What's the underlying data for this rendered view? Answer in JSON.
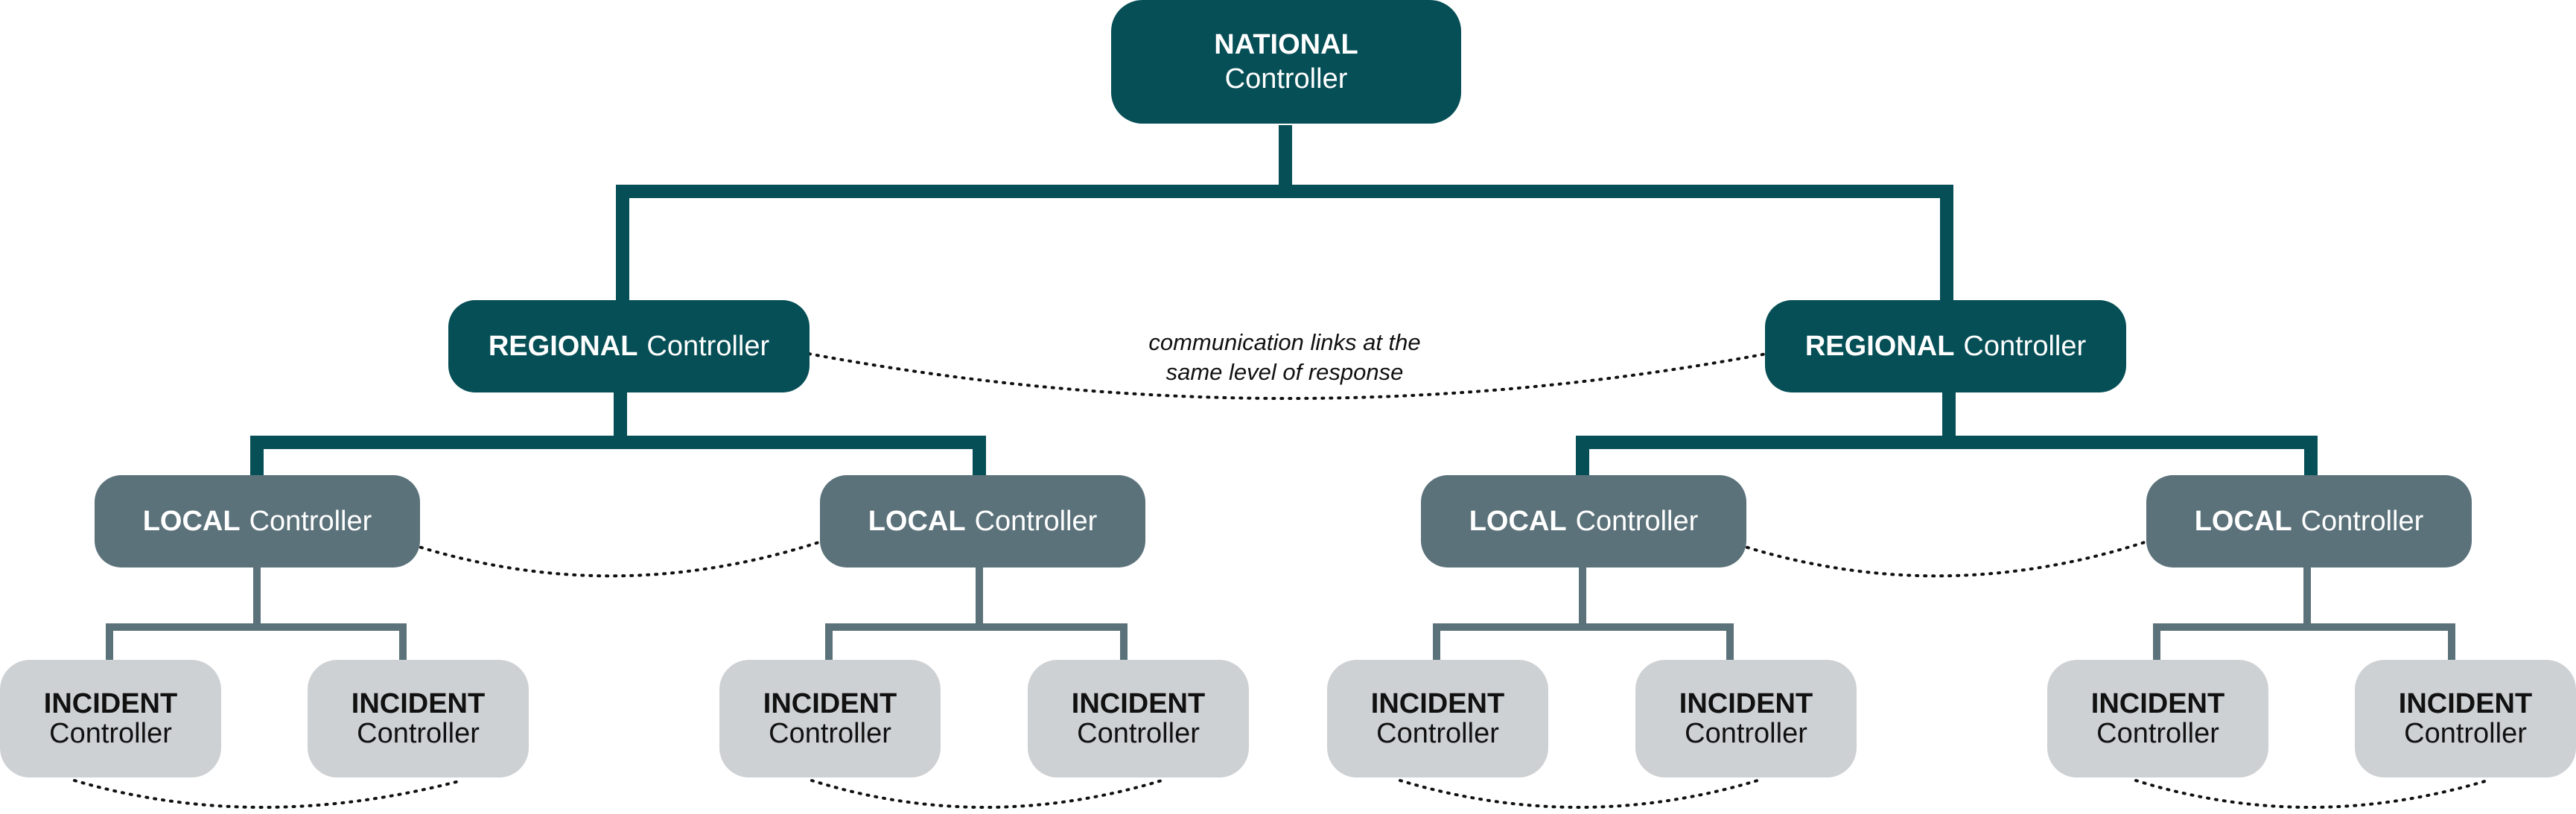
{
  "nodes": {
    "national": {
      "level": "NATIONAL",
      "role": "Controller"
    },
    "regional_left": {
      "level": "REGIONAL",
      "role": "Controller"
    },
    "regional_right": {
      "level": "REGIONAL",
      "role": "Controller"
    },
    "local_1": {
      "level": "LOCAL",
      "role": "Controller"
    },
    "local_2": {
      "level": "LOCAL",
      "role": "Controller"
    },
    "local_3": {
      "level": "LOCAL",
      "role": "Controller"
    },
    "local_4": {
      "level": "LOCAL",
      "role": "Controller"
    },
    "incident_1": {
      "level": "INCIDENT",
      "role": "Controller"
    },
    "incident_2": {
      "level": "INCIDENT",
      "role": "Controller"
    },
    "incident_3": {
      "level": "INCIDENT",
      "role": "Controller"
    },
    "incident_4": {
      "level": "INCIDENT",
      "role": "Controller"
    },
    "incident_5": {
      "level": "INCIDENT",
      "role": "Controller"
    },
    "incident_6": {
      "level": "INCIDENT",
      "role": "Controller"
    },
    "incident_7": {
      "level": "INCIDENT",
      "role": "Controller"
    },
    "incident_8": {
      "level": "INCIDENT",
      "role": "Controller"
    }
  },
  "annotation": {
    "line1": "communication links at the",
    "line2": "same level of response"
  },
  "colors": {
    "national_regional": "#064f56",
    "local": "#5b727a",
    "incident": "#cdd1d4",
    "connector_dark": "#064f56",
    "connector_light": "#5b727a"
  }
}
